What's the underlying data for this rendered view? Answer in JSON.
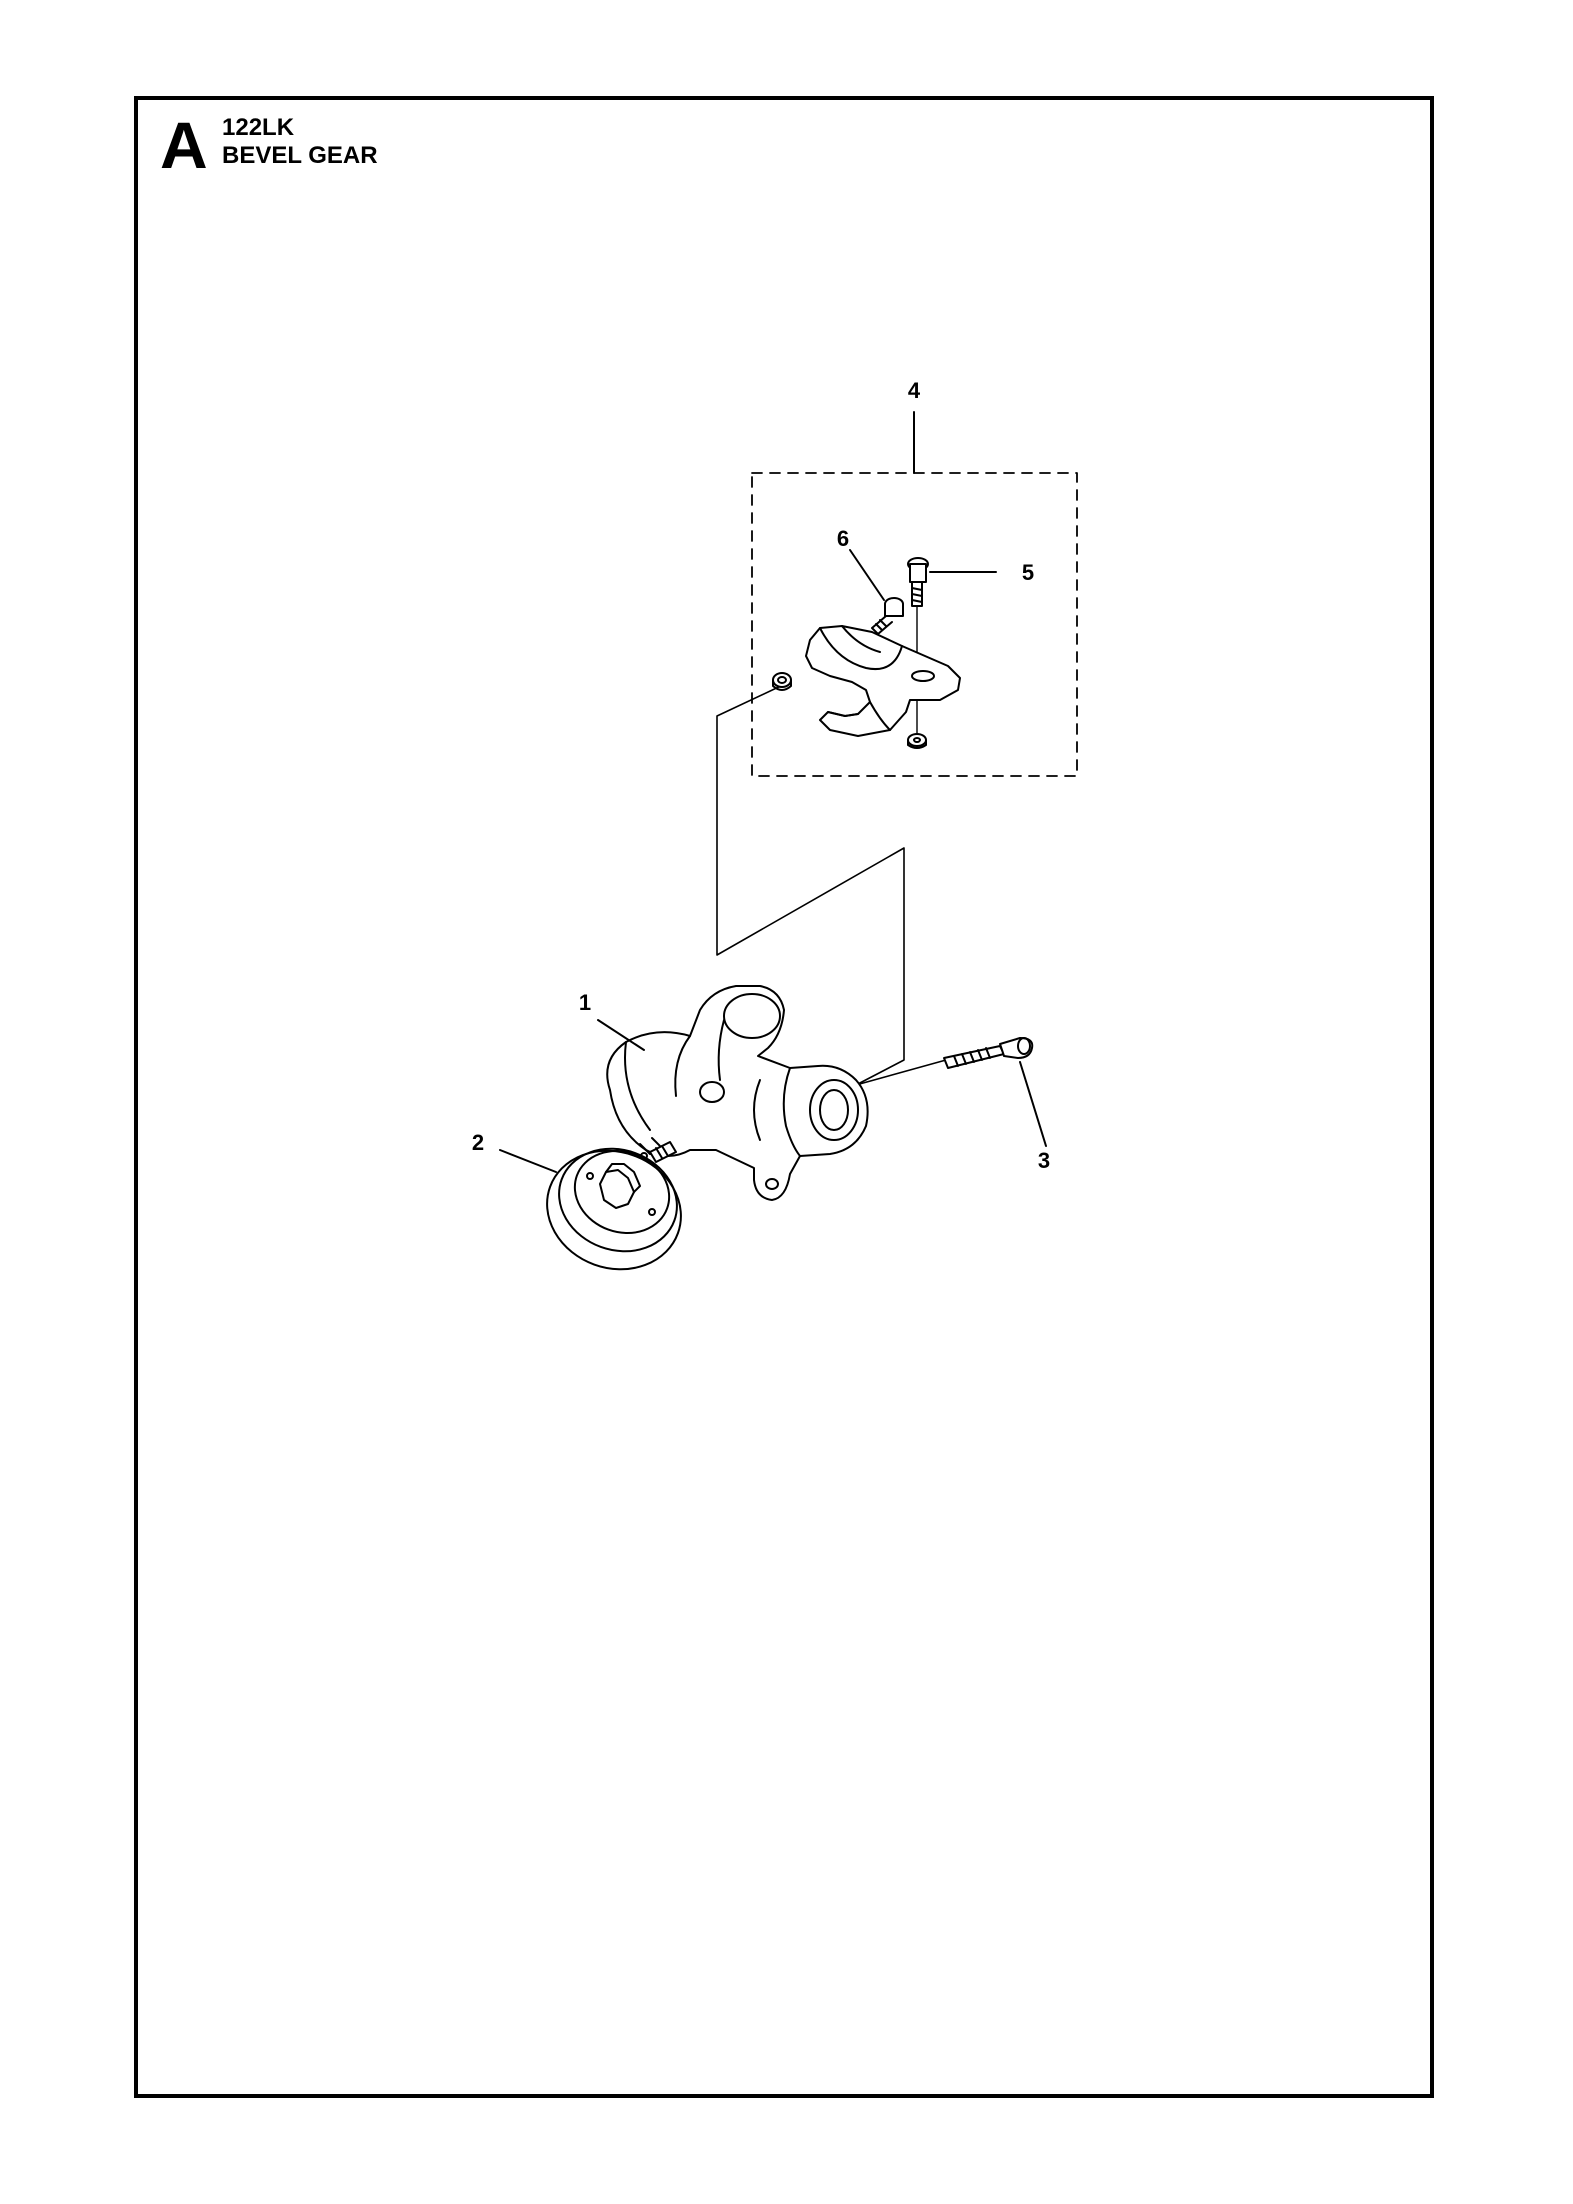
{
  "header": {
    "section_letter": "A",
    "model": "122LK",
    "title": "BEVEL GEAR"
  },
  "callouts": [
    {
      "id": "1",
      "label": "1"
    },
    {
      "id": "2",
      "label": "2"
    },
    {
      "id": "3",
      "label": "3"
    },
    {
      "id": "4",
      "label": "4"
    },
    {
      "id": "5",
      "label": "5"
    },
    {
      "id": "6",
      "label": "6"
    }
  ],
  "colors": {
    "line": "#000000",
    "background": "#ffffff"
  }
}
